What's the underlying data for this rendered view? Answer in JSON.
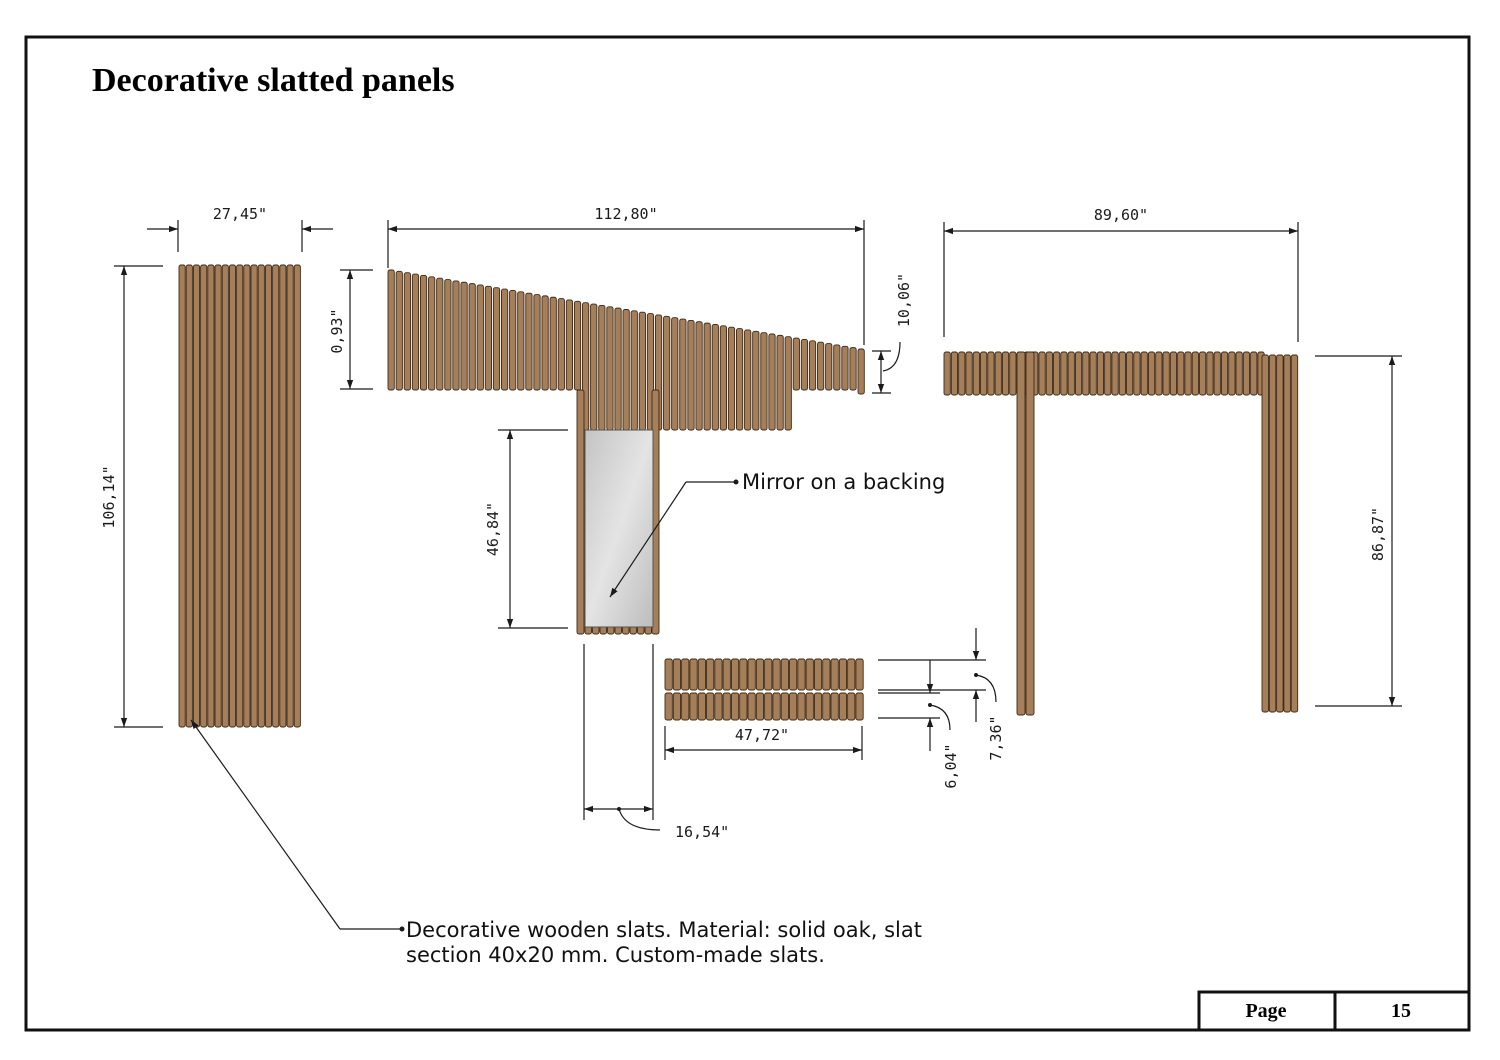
{
  "title": "Decorative slatted panels",
  "dimensions": {
    "d1": "27,45\"",
    "d2": "112,80\"",
    "d3": "89,60\"",
    "d4": "106,14\"",
    "d5": "0,93\"",
    "d6": "10,06\"",
    "d7": "46,84\"",
    "d8": "86,87\"",
    "d9": "47,72\"",
    "d10": "16,54\"",
    "d11": "6,04\"",
    "d12": "7,36\""
  },
  "notes": {
    "mirror": "Mirror on a backing",
    "slats_line1": "Decorative wooden slats. Material: solid oak, slat",
    "slats_line2": "section 40x20 mm. Custom-made slats."
  },
  "title_block": {
    "page_label": "Page",
    "page_number": "15"
  },
  "colors": {
    "slat_fill": "#a57f5a",
    "slat_stroke": "#3e2a18",
    "mirror_fill": "#d2d2d2",
    "line": "#1a1a1a"
  }
}
